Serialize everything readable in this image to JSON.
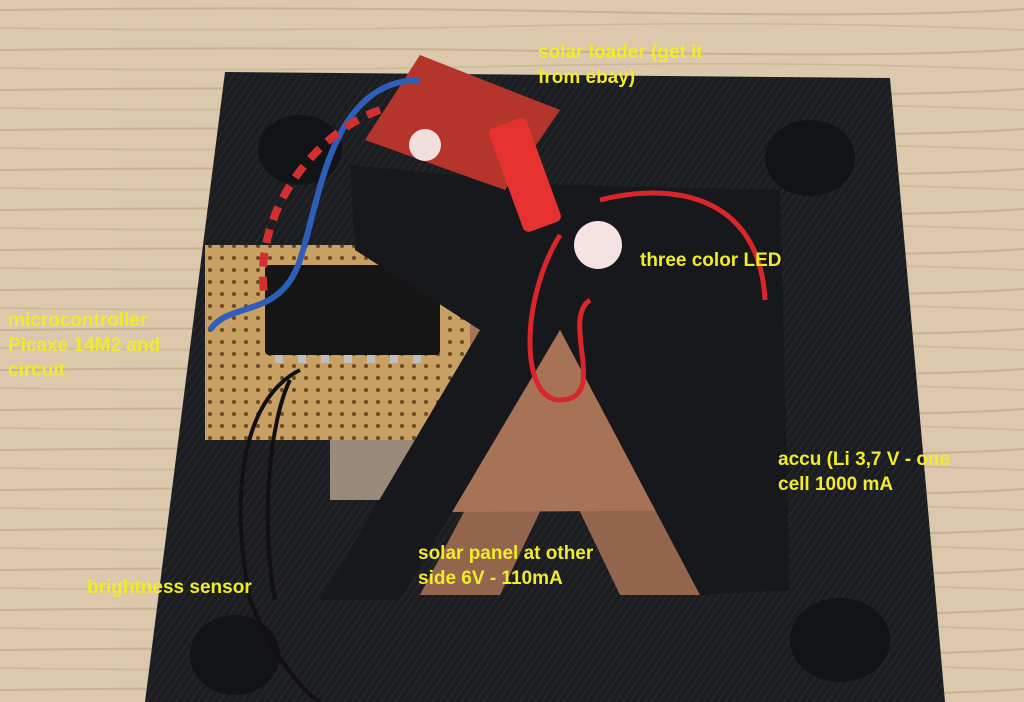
{
  "photo": {
    "colors": {
      "wood": "#d9c4a8",
      "plastic": "#1c1d20",
      "annotation": "#f2ea2c",
      "pcb": "#b5352c",
      "perfboard": "#c9a063",
      "battery": "#a87256"
    }
  },
  "annotations": {
    "solar_loader": [
      "solar loader (get it",
      "from ebay)"
    ],
    "led": "three color LED",
    "microcontroller": [
      "microcontroller",
      "Picaxe 14M2 and",
      "circuit"
    ],
    "accu": [
      "accu (Li 3,7 V - one",
      "cell 1000 mA"
    ],
    "solar_panel": [
      "solar panel at other",
      "side 6V - 110mA"
    ],
    "brightness_sensor": "brightness sensor"
  }
}
